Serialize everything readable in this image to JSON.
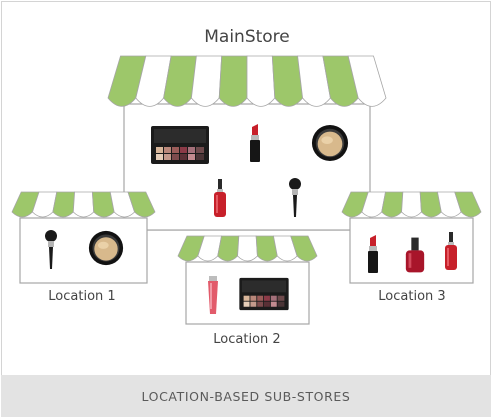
{
  "diagram": {
    "main_store": {
      "title": "MainStore"
    },
    "locations": [
      {
        "label": "Location 1"
      },
      {
        "label": "Location 2"
      },
      {
        "label": "Location 3"
      }
    ],
    "footer": {
      "caption": "LOCATION-BASED SUB-STORES"
    }
  },
  "colors": {
    "awning_green": "#9dc76a",
    "awning_white": "#ffffff",
    "outline": "#a6a6a6",
    "lipstick_red": "#c7202a",
    "text": "#444444"
  },
  "icons": [
    "eyeshadow-palette-icon",
    "lipstick-icon",
    "compact-powder-icon",
    "nail-polish-icon",
    "makeup-brush-icon",
    "lip-gloss-icon"
  ]
}
